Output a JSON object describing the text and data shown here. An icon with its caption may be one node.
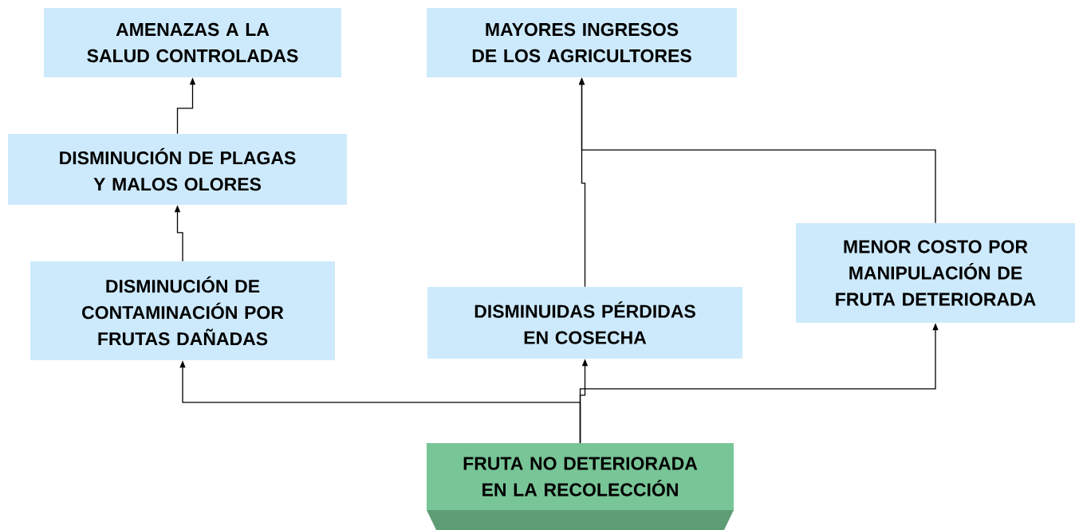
{
  "diagram": {
    "nodes": [
      {
        "text": [
          "AMENAZAS A LA SALUD CONTROLADAS"
        ]
      },
      {
        "text": [
          "MAYORES INGRESOS DE LOS AGRICULTORES"
        ]
      },
      {
        "text": [
          "DISMINUCIÓN DE PLAGAS Y MALOS OLORES"
        ]
      },
      {
        "text": [
          "MENOR COSTO POR MANIPULACIÓN DE FRUTA DETERIORADA"
        ]
      },
      {
        "text": [
          "DISMINUCIÓN DE CONTAMINACIÓN POR FRUTAS DAÑADAS"
        ]
      },
      {
        "text": [
          "DISMINUIDAS PÉRDIDAS EN COSECHA"
        ]
      },
      {
        "text": [
          "FRUTA NO DETERIORADA EN LA RECOLECCIÓN"
        ]
      }
    ],
    "edges": [
      {
        "from": 2,
        "to": 0,
        "arrow": "to"
      },
      {
        "from": 4,
        "to": 2,
        "arrow": "to"
      },
      {
        "from": 5,
        "to": 1,
        "arrow": "to"
      },
      {
        "from": 3,
        "to": 1,
        "arrow": "to"
      },
      {
        "from": 6,
        "to": 4,
        "arrow": "to"
      },
      {
        "from": 6,
        "to": 5,
        "arrow": "to"
      },
      {
        "from": 6,
        "to": 3,
        "arrow": "to"
      }
    ]
  }
}
